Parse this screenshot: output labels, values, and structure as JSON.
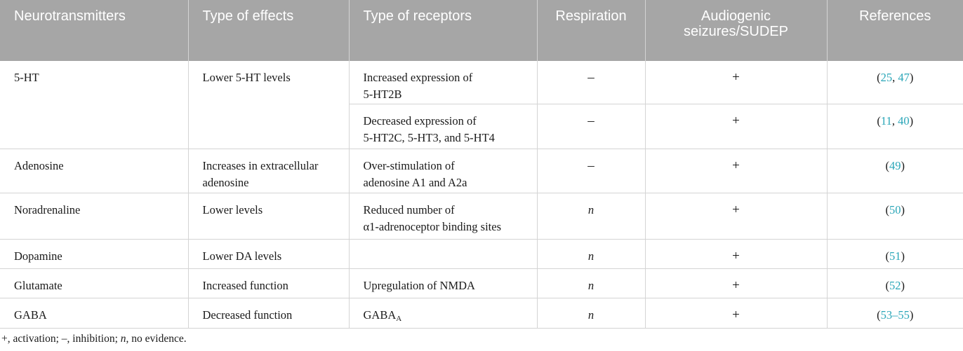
{
  "headers": {
    "neurotransmitters": "Neurotransmitters",
    "type_of_effects": "Type of effects",
    "type_of_receptors": "Type of receptors",
    "respiration": "Respiration",
    "audiogenic_line1": "Audiogenic",
    "audiogenic_line2": "seizures/SUDEP",
    "references": "References"
  },
  "rows": {
    "r1": {
      "neurotransmitter": "5-HT",
      "effect": "Lower 5-HT levels",
      "receptor_a_line1": "Increased expression of",
      "receptor_a_line2": "5-HT2B",
      "respiration_a": "–",
      "audiogenic_a": "+",
      "ref_a_1": "25",
      "ref_a_2": "47",
      "receptor_b_line1": "Decreased expression of",
      "receptor_b_line2": "5-HT2C, 5-HT3, and 5-HT4",
      "respiration_b": "–",
      "audiogenic_b": "+",
      "ref_b_1": "11",
      "ref_b_2": "40"
    },
    "r2": {
      "neurotransmitter": "Adenosine",
      "effect_line1": "Increases in extracellular",
      "effect_line2": "adenosine",
      "receptor_line1": "Over-stimulation of",
      "receptor_line2": "adenosine A1 and A2a",
      "respiration": "–",
      "audiogenic": "+",
      "ref_1": "49"
    },
    "r3": {
      "neurotransmitter": "Noradrenaline",
      "effect": "Lower levels",
      "receptor_line1": "Reduced number of",
      "receptor_line2": "α1-adrenoceptor binding sites",
      "respiration": "n",
      "audiogenic": "+",
      "ref_1": "50"
    },
    "r4": {
      "neurotransmitter": "Dopamine",
      "effect": "Lower DA levels",
      "receptor": "",
      "respiration": "n",
      "audiogenic": "+",
      "ref_1": "51"
    },
    "r5": {
      "neurotransmitter": "Glutamate",
      "effect": "Increased function",
      "receptor": "Upregulation of NMDA",
      "respiration": "n",
      "audiogenic": "+",
      "ref_1": "52"
    },
    "r6": {
      "neurotransmitter": "GABA",
      "effect": "Decreased function",
      "receptor_base": "GABA",
      "receptor_sub": "A",
      "respiration": "n",
      "audiogenic": "+",
      "ref_1": "53–55"
    }
  },
  "footnote": {
    "part1": "+, activation; –, inhibition; ",
    "n": "n",
    "part2": ", no evidence."
  },
  "colors": {
    "header_bg": "#a6a6a6",
    "link": "#2aa6b8"
  }
}
